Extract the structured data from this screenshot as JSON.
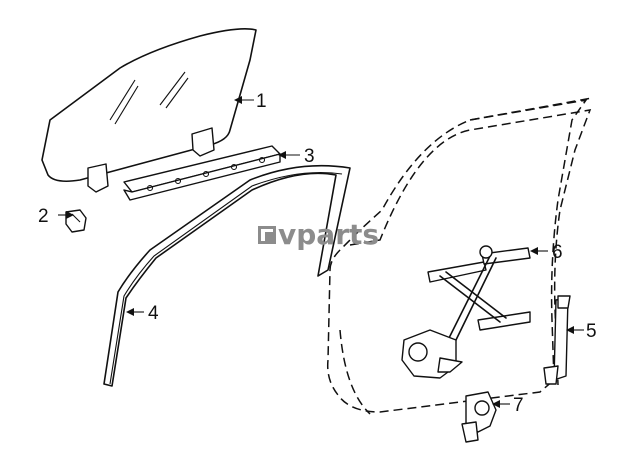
{
  "callouts": [
    {
      "id": "1",
      "text": "1"
    },
    {
      "id": "2",
      "text": "2"
    },
    {
      "id": "3",
      "text": "3"
    },
    {
      "id": "4",
      "text": "4"
    },
    {
      "id": "5",
      "text": "5"
    },
    {
      "id": "6",
      "text": "6"
    },
    {
      "id": "7",
      "text": "7"
    }
  ],
  "watermark": {
    "text": "vparts"
  },
  "colors": {
    "line": "#111111",
    "watermark": "#8c8c8c",
    "background": "#ffffff"
  }
}
